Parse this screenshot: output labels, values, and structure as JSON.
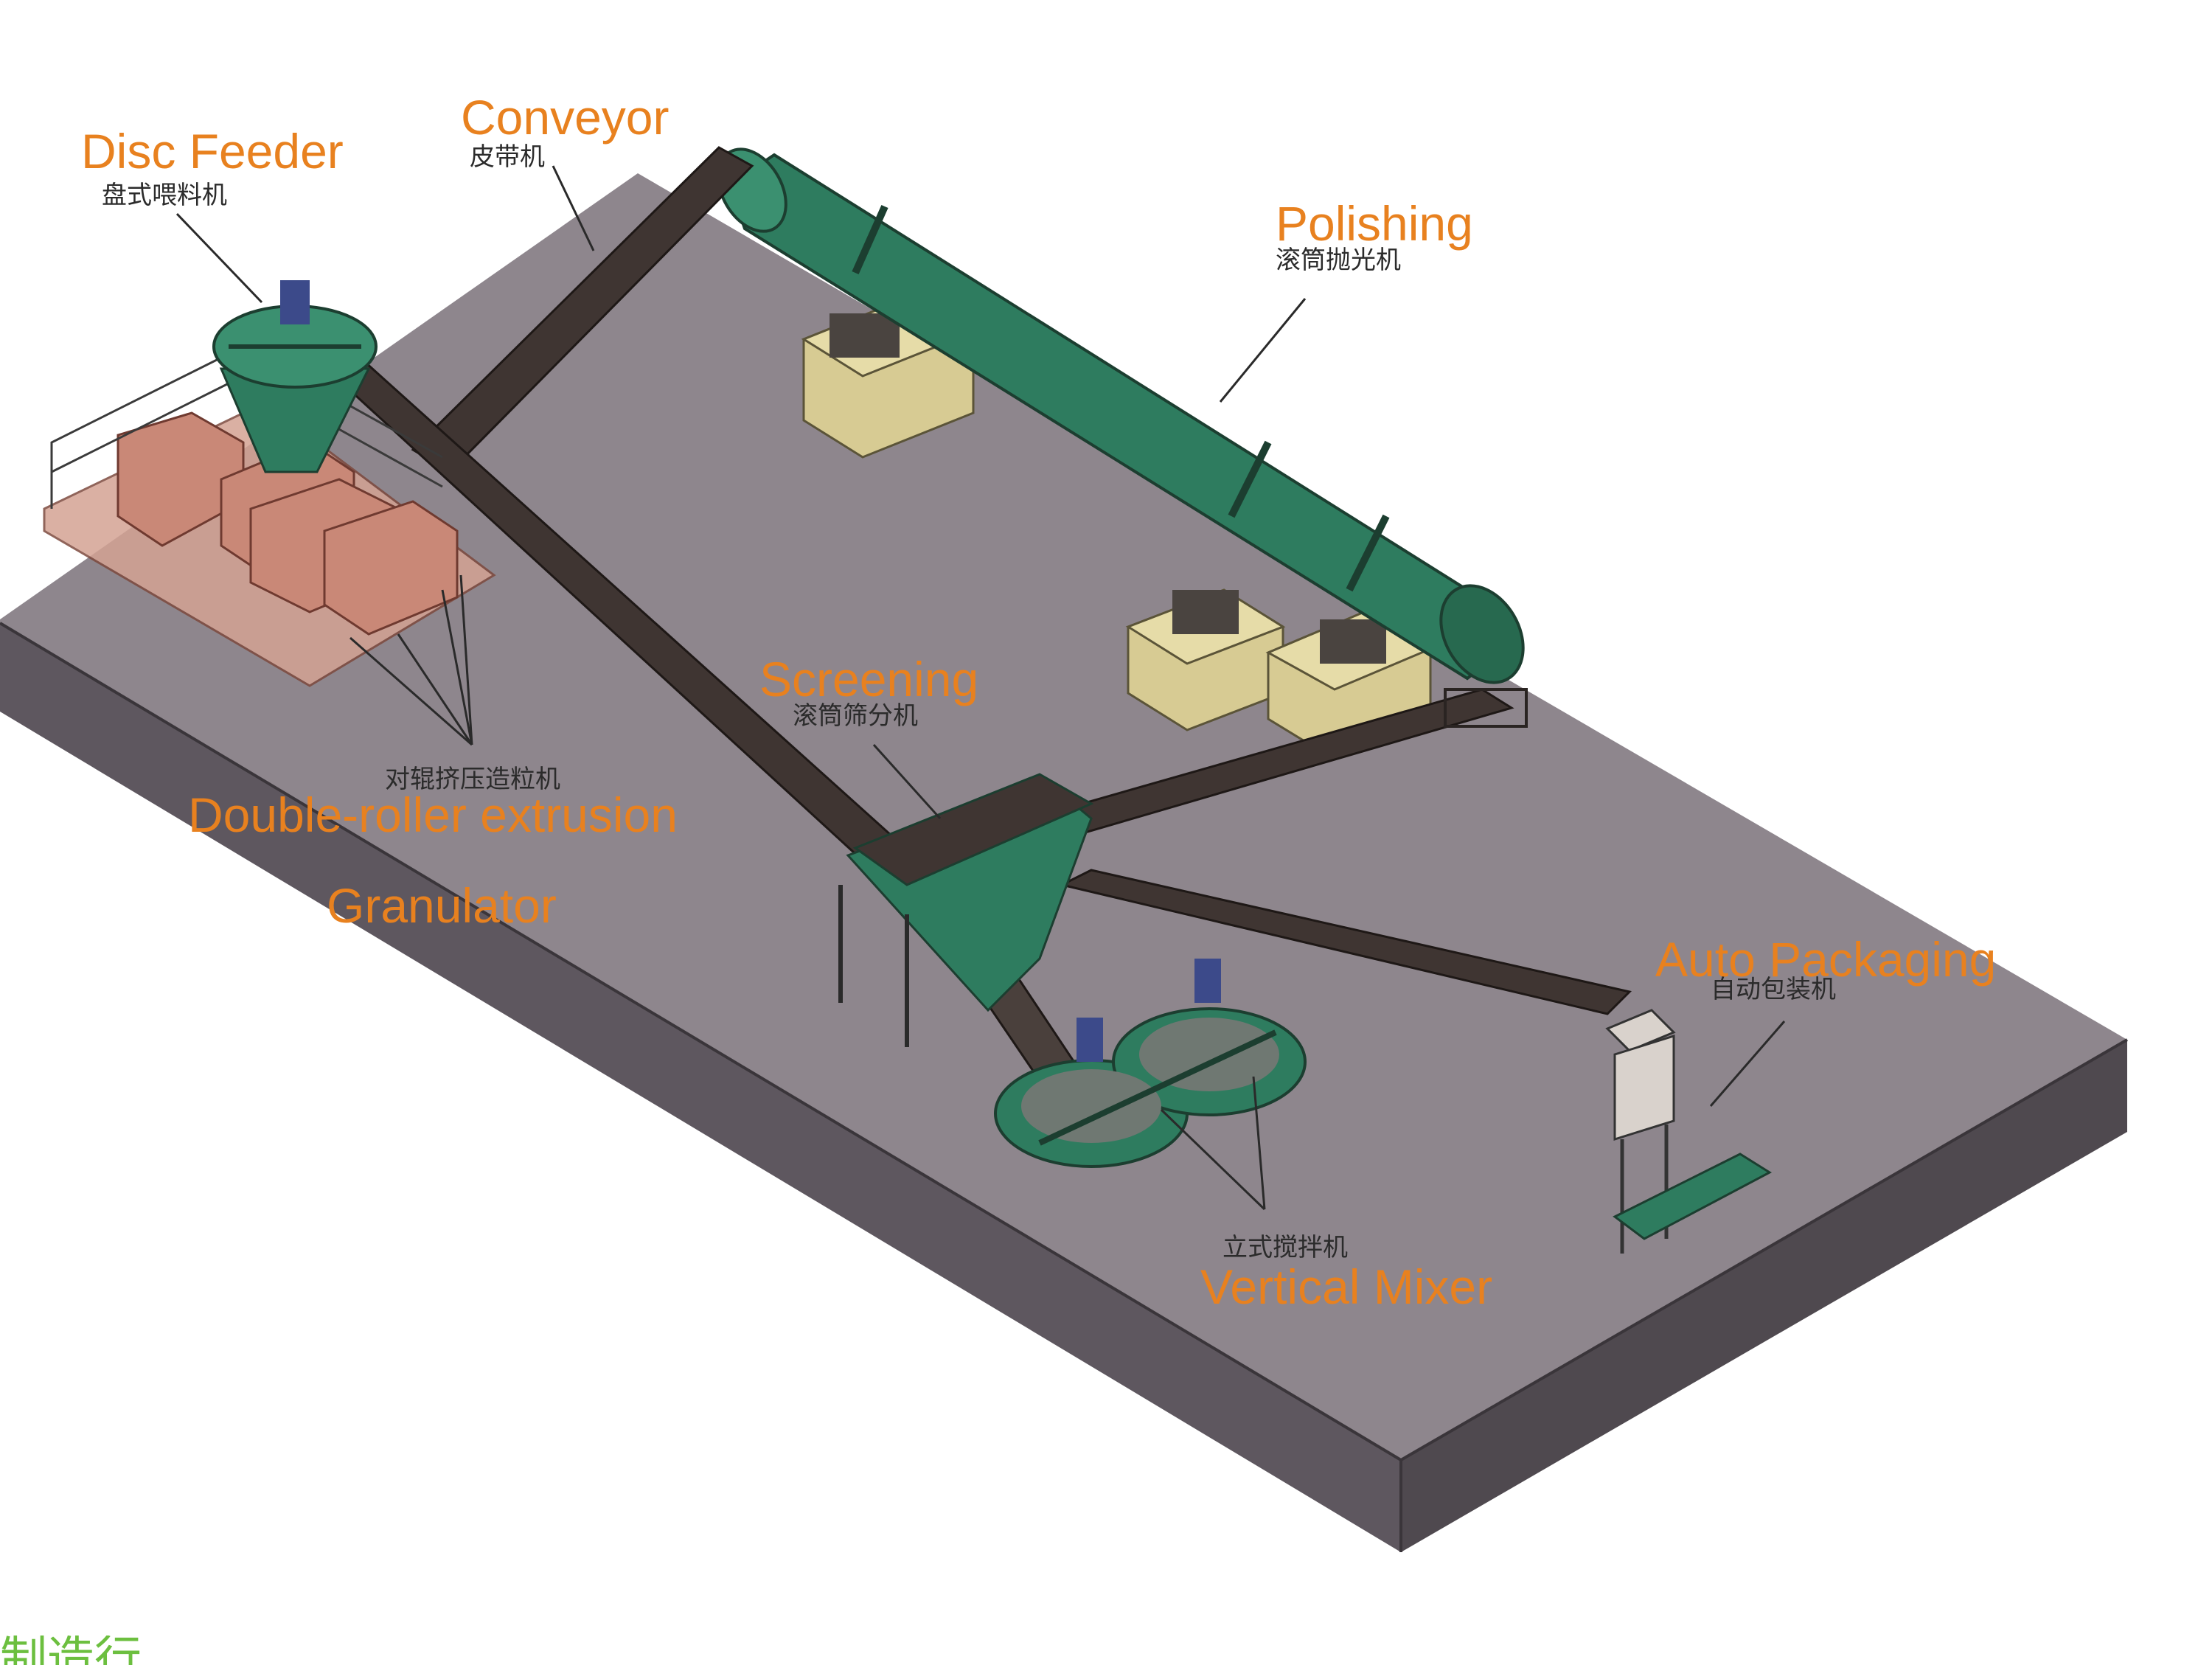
{
  "colors": {
    "label_en": "#e8811f",
    "label_zh": "#2b2b2b",
    "platform_top": "#8e868d",
    "platform_side": "#5e575f",
    "conveyor_belt": "#3f3532",
    "polisher_green": "#2e7c5f",
    "granulator_red": "#c98877",
    "base_block": "#d7cb93",
    "footer_green": "#6cbf3f"
  },
  "labels": {
    "disc_feeder": {
      "en": "Disc Feeder",
      "zh": "盘式喂料机"
    },
    "conveyor": {
      "en": "Conveyor",
      "zh": "皮带机"
    },
    "polishing": {
      "en": "Polishing",
      "zh": "滚筒抛光机"
    },
    "screening": {
      "en": "Screening",
      "zh": "滚筒筛分机"
    },
    "double_roller": {
      "en": "Double-roller extrusion",
      "zh": "对辊挤压造粒机"
    },
    "granulator": {
      "en": "Granulator"
    },
    "auto_packaging": {
      "en": "Auto Packaging",
      "zh": "自动包装机"
    },
    "vertical_mixer": {
      "en": "Vertical Mixer",
      "zh": "立式搅拌机"
    }
  },
  "footer": {
    "text": "制造行"
  }
}
